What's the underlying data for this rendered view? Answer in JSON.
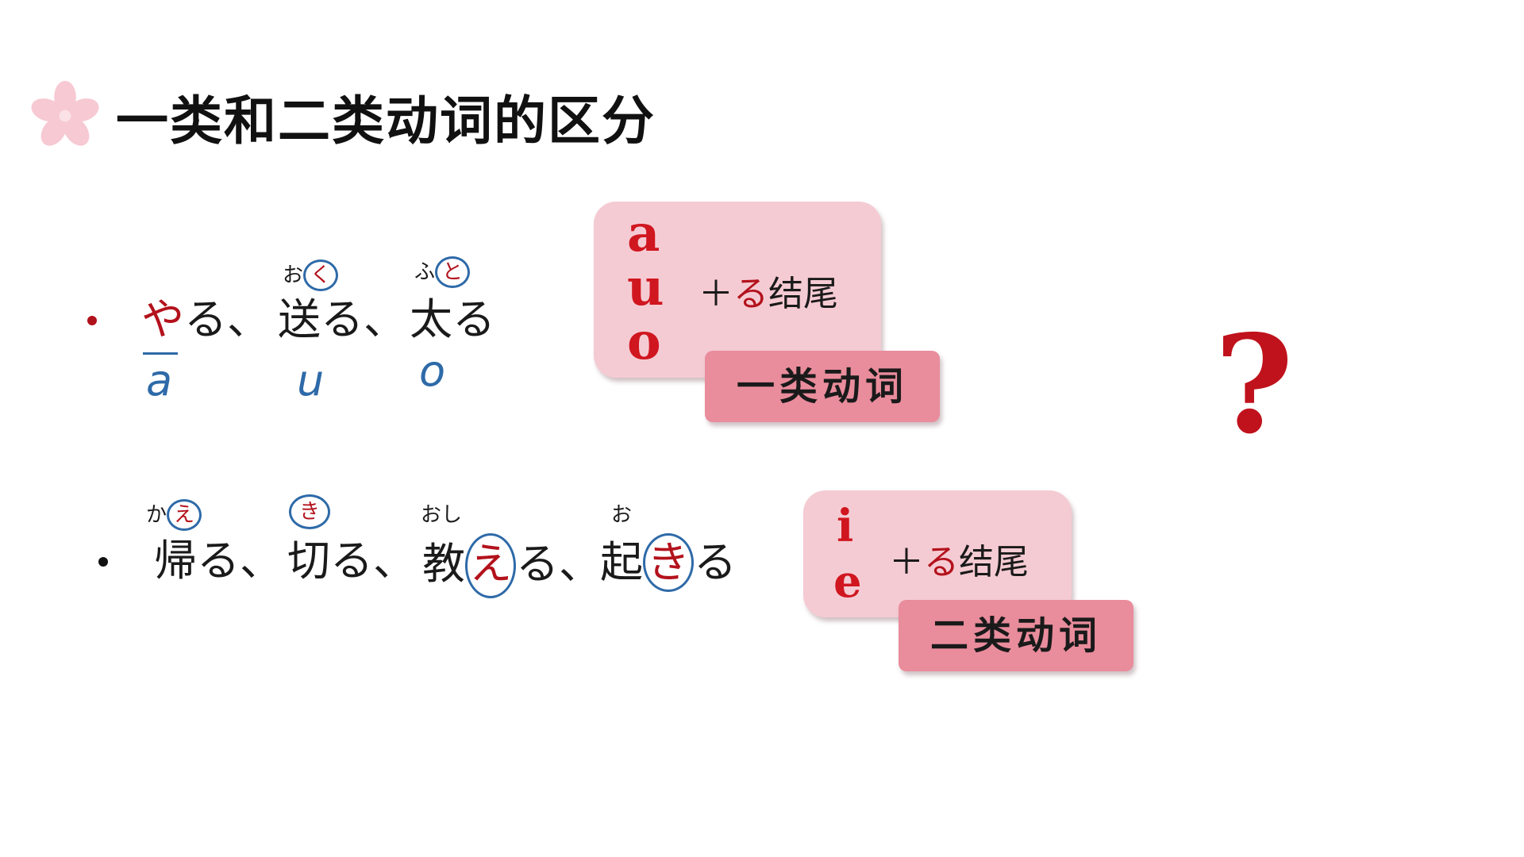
{
  "title": "一类和二类动词的区分",
  "colors": {
    "red": "#b3121c",
    "blue_ink": "#2e6aa8",
    "card_bg": "#f5cbd3",
    "tag_bg": "#e98c9c"
  },
  "row1": {
    "w1": {
      "first": "や",
      "rest": "る、"
    },
    "w2": {
      "main": "送る、",
      "ruby": "お",
      "ruby_circled": "く"
    },
    "w3": {
      "main": "太る",
      "ruby": "ふ",
      "ruby_circled": "と"
    },
    "hand": [
      "a",
      "u",
      "o"
    ]
  },
  "row2": {
    "w1": {
      "main": "帰る、",
      "ruby": "か",
      "ruby_circled": "え"
    },
    "w2": {
      "main": "切る、",
      "ruby_circled": "き"
    },
    "w3": {
      "pre": "教",
      "circled": "え",
      "post": "る、",
      "ruby": "おし"
    },
    "w4": {
      "pre": "起",
      "circled": "き",
      "post": "る",
      "ruby": "お"
    }
  },
  "card1": {
    "vowels": [
      "a",
      "u",
      "o"
    ],
    "suffix_plus": "＋",
    "suffix_ru": "る",
    "suffix_rest": "结尾",
    "tag": "一类动词"
  },
  "card2": {
    "vowels": [
      "i",
      "e"
    ],
    "suffix_plus": "＋",
    "suffix_ru": "る",
    "suffix_rest": "结尾",
    "tag": "二类动词"
  },
  "question": "?"
}
